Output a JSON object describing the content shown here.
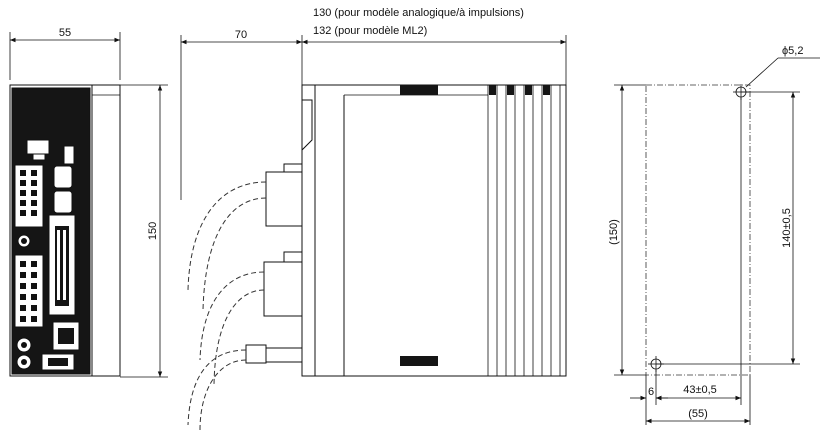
{
  "dimensions": {
    "front_width": "55",
    "connector_depth": "70",
    "side_depth_line1": "130 (pour modèle analogique/à impulsions)",
    "side_depth_line2": "132 (pour modèle ML2)",
    "height": "150",
    "hole_diameter": "ϕ5,2",
    "mount_height_ref": "(150)",
    "mount_hole_spacing_v": "140±0,5",
    "mount_edge_offset": "6",
    "mount_hole_spacing_h": "43±0,5",
    "mount_width_ref": "(55)"
  }
}
